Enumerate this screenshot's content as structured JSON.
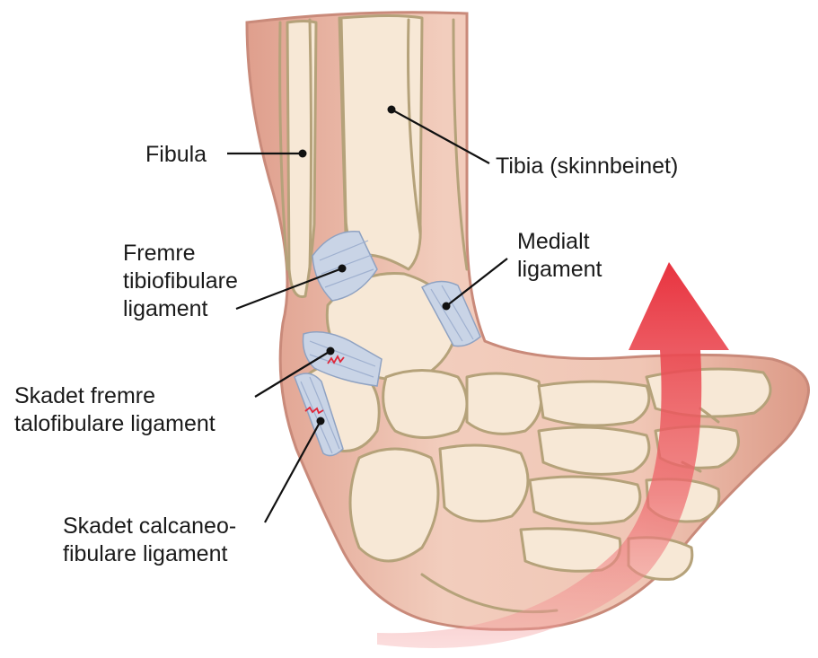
{
  "labels": {
    "fibula": "Fibula",
    "tibia": "Tibia (skinnbeinet)",
    "fremre_tibiofibulare": [
      "Fremre",
      "tibiofibulare",
      "ligament"
    ],
    "medialt": [
      "Medialt",
      "ligament"
    ],
    "skadet_talofibulare": [
      "Skadet fremre",
      "talofibulare ligament"
    ],
    "skadet_calcaneofibulare": [
      "Skadet calcaneo-",
      "fibulare ligament"
    ]
  },
  "colors": {
    "skin": "#e8b3a0",
    "skin_dark": "#d99a88",
    "bone": "#f7e8d6",
    "bone_outline": "#b5a27a",
    "ligament": "#c9d4e6",
    "arrow": "#e8333f",
    "tear": "#e0283a",
    "text": "#1a1a1a"
  },
  "arrow": {
    "icon": "rotation-arrow-icon",
    "direction": "inversion"
  }
}
